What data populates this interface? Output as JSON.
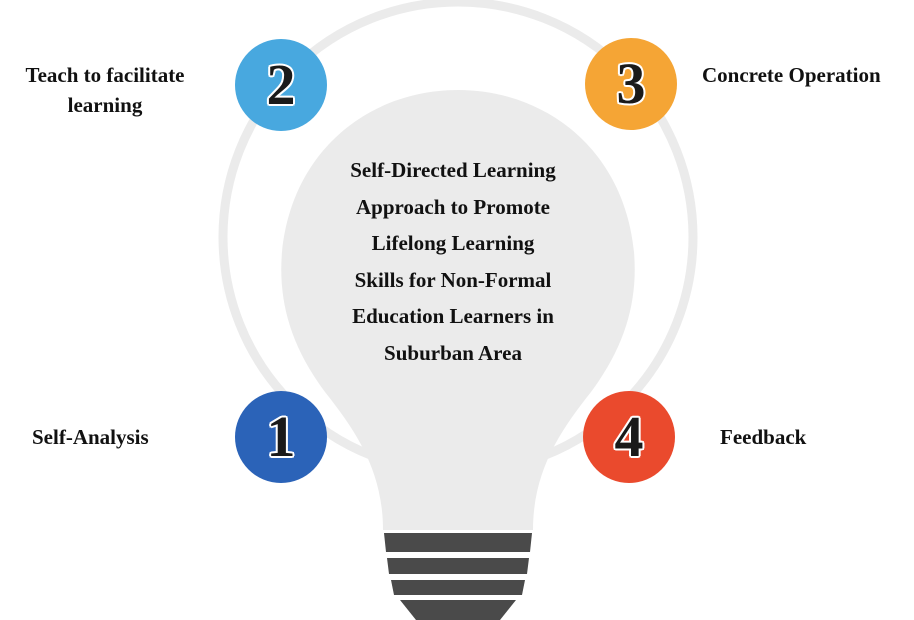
{
  "diagram": {
    "center_title_lines": [
      "Self-Directed Learning",
      "Approach to Promote",
      "Lifelong Learning",
      "Skills for Non-Formal",
      "Education Learners in",
      "Suburban Area"
    ],
    "steps": [
      {
        "number": "1",
        "label": "Self-Analysis",
        "color": "#2b63b8"
      },
      {
        "number": "2",
        "label_lines": [
          "Teach to facilitate",
          "learning"
        ],
        "color": "#48a8df"
      },
      {
        "number": "3",
        "label": "Concrete Operation",
        "color": "#f5a535"
      },
      {
        "number": "4",
        "label": "Feedback",
        "color": "#ea4a2d"
      }
    ],
    "colors": {
      "bulb_glass": "#ebebeb",
      "bulb_ring": "#ebebeb",
      "bulb_base": "#4a4a4a"
    }
  }
}
